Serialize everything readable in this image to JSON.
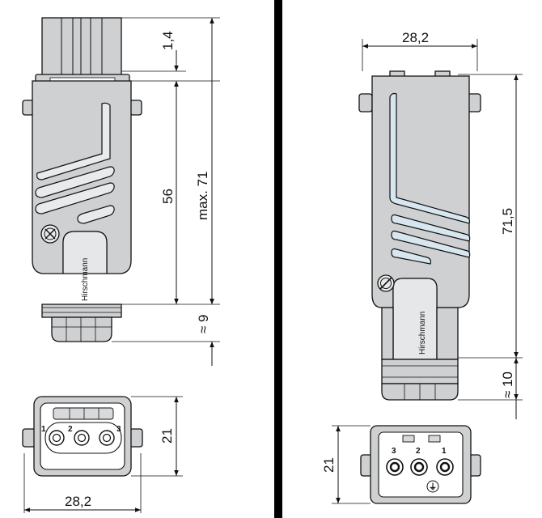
{
  "brand": "Hirschmann",
  "colors": {
    "body": "#cfd0d2",
    "divider": "#000000",
    "rib": "#d8e6ef"
  },
  "left": {
    "dims": {
      "top": "1,4",
      "body": "56",
      "overall": "max. 71",
      "bottom": "≈ 9",
      "face_height": "21",
      "width": "28,2"
    },
    "pins": [
      "1",
      "2",
      "3"
    ]
  },
  "right": {
    "dims": {
      "width": "28,2",
      "overall": "71,5",
      "bottom": "≈ 10",
      "face_height": "21"
    },
    "pins": [
      "3",
      "2",
      "1"
    ],
    "earth_symbol": "⏚"
  }
}
